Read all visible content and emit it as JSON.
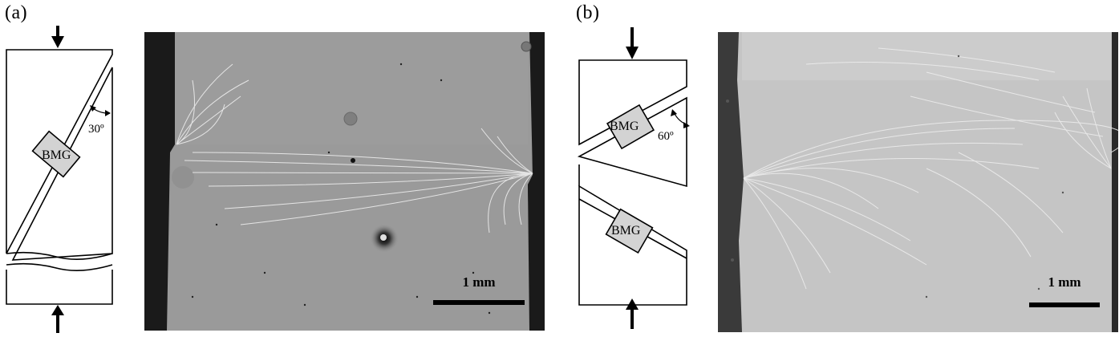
{
  "figure": {
    "panels": [
      {
        "label": "(a)",
        "specimen_label": "BMG",
        "angle_label": "30º",
        "scale_bar_label": "1 mm"
      },
      {
        "label": "(b)",
        "specimen_labels": [
          "BMG",
          "BMG"
        ],
        "angle_label": "60º",
        "scale_bar_label": "1 mm"
      }
    ],
    "colors": {
      "specimen_fill": "#d3d3d3",
      "micrograph_a_bg": "#9a9a9a",
      "micrograph_b_bg": "#c5c5c5",
      "mount_dark": "#1a1a1a",
      "shear_band": "#f2f2f2"
    }
  }
}
